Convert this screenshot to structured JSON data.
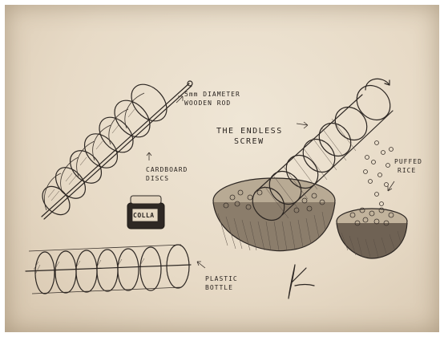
{
  "labels": {
    "rod": [
      "5mm DIAMETER",
      "WOODEN ROD"
    ],
    "discs": [
      "CARDBOARD",
      "DISCS"
    ],
    "screw": [
      "THE ENDLESS",
      "SCREW"
    ],
    "rice": [
      "PUFFED",
      "RICE"
    ],
    "bottle": [
      "PLASTIC",
      "BOTTLE"
    ],
    "jar": "COLLA"
  },
  "colors": {
    "paper": "#e9dcc8",
    "ink": "#2c2622"
  }
}
